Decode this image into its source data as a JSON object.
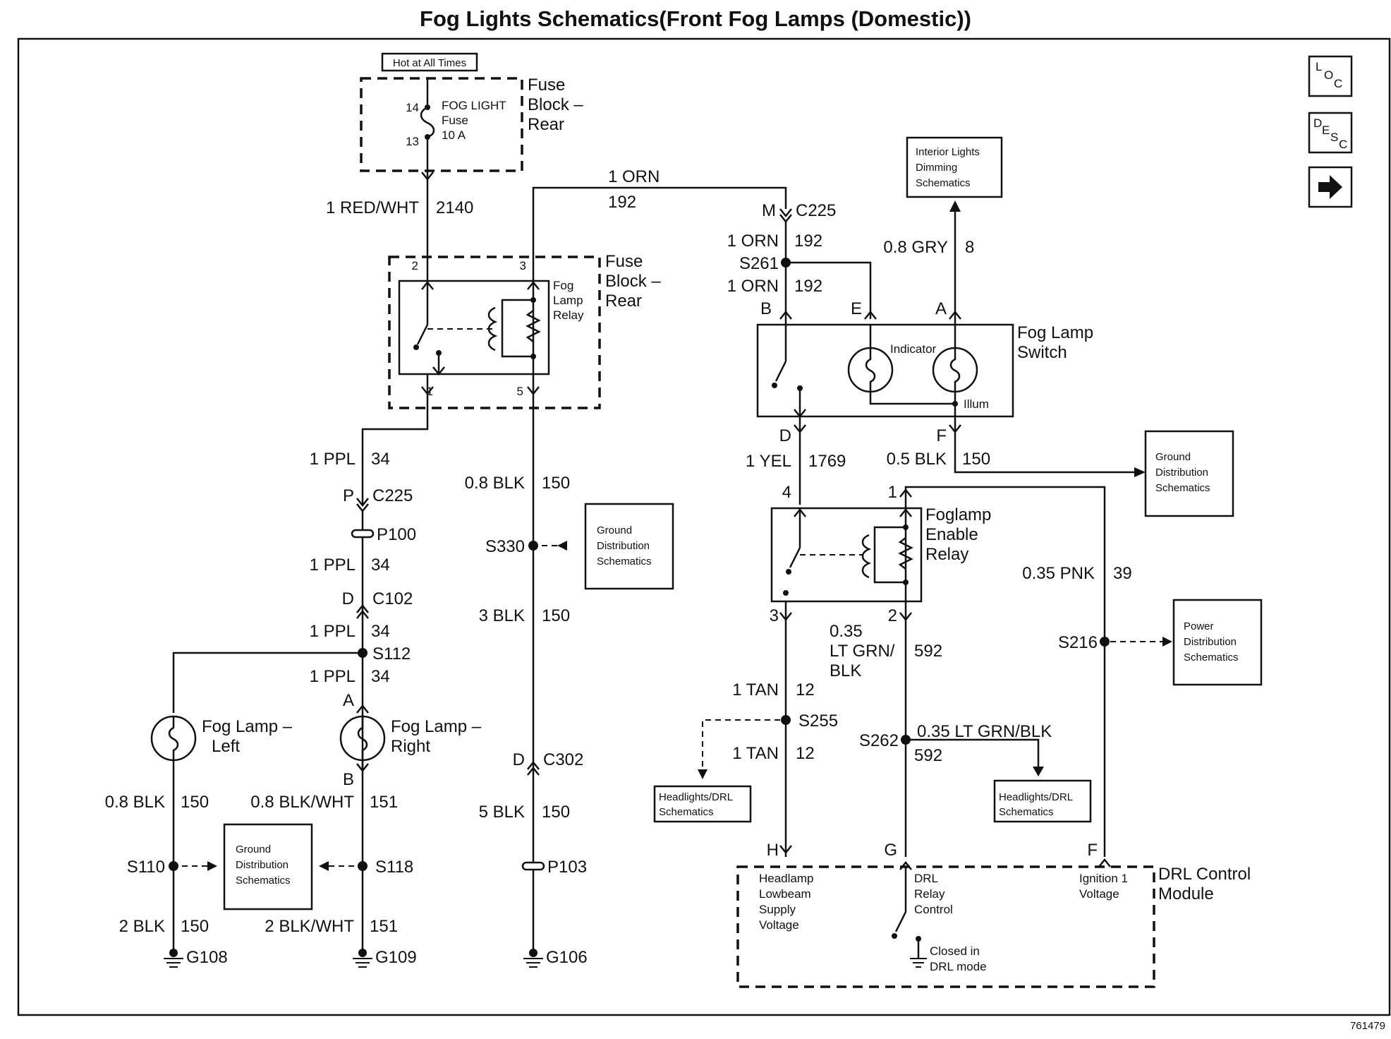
{
  "title": "Fog Lights Schematics(Front Fog Lamps (Domestic))",
  "figure_number": "761479",
  "nav_buttons": {
    "loc": "LOC",
    "desc": "DESC"
  },
  "fuse_block_top": {
    "tag": "Hot at All Times",
    "name_lines": [
      "Fuse",
      "Block –",
      "Rear"
    ],
    "fuse_lines": [
      "FOG LIGHT",
      "Fuse",
      "10 A"
    ],
    "pin_top": "14",
    "pin_bottom": "13"
  },
  "fog_relay_block": {
    "name_lines": [
      "Fuse",
      "Block –",
      "Rear"
    ],
    "relay_lines": [
      "Fog",
      "Lamp",
      "Relay"
    ],
    "pins": [
      "2",
      "3",
      "1",
      "5"
    ]
  },
  "fog_switch": {
    "name_lines": [
      "Fog Lamp",
      "Switch"
    ],
    "indicator": "Indicator",
    "illum": "Illum",
    "pins": [
      "B",
      "E",
      "A",
      "D",
      "F"
    ]
  },
  "enable_relay": {
    "name_lines": [
      "Foglamp",
      "Enable",
      "Relay"
    ],
    "pins": [
      "4",
      "1",
      "3",
      "2"
    ]
  },
  "drl_module": {
    "name_lines": [
      "DRL Control",
      "Module"
    ],
    "pins": [
      "H",
      "G",
      "F"
    ],
    "headlamp_lines": [
      "Headlamp",
      "Lowbeam",
      "Supply",
      "Voltage"
    ],
    "relay_lines": [
      "DRL",
      "Relay",
      "Control"
    ],
    "ignition_lines": [
      "Ignition 1",
      "Voltage"
    ],
    "closed_lines": [
      "Closed in",
      "DRL mode"
    ]
  },
  "ref_boxes": {
    "interior": [
      "Interior Lights",
      "Dimming",
      "Schematics"
    ],
    "ground_a": [
      "Ground",
      "Distribution",
      "Schematics"
    ],
    "ground_b": [
      "Ground",
      "Distribution",
      "Schematics"
    ],
    "ground_c": [
      "Ground",
      "Distribution",
      "Schematics"
    ],
    "power": [
      "Power",
      "Distribution",
      "Schematics"
    ],
    "headlights_a": [
      "Headlights/DRL",
      "Schematics"
    ],
    "headlights_b": [
      "Headlights/DRL",
      "Schematics"
    ]
  },
  "lamps": {
    "left": [
      "Fog Lamp –",
      "Left"
    ],
    "right": [
      "Fog Lamp –",
      "Right"
    ],
    "right_pin_a": "A",
    "right_pin_b": "B"
  },
  "wires": {
    "red_wht": "1 RED/WHT",
    "red_wht_circ": "2140",
    "orn_top": "1 ORN",
    "orn_top_circ": "192",
    "orn_a": "1 ORN",
    "orn_a_circ": "192",
    "orn_b": "1 ORN",
    "orn_b_circ": "192",
    "gry": "0.8 GRY",
    "gry_circ": "8",
    "ppl_a": "1 PPL",
    "ppl_a_circ": "34",
    "ppl_b": "1 PPL",
    "ppl_b_circ": "34",
    "ppl_c": "1 PPL",
    "ppl_c_circ": "34",
    "ppl_d": "1 PPL",
    "ppl_d_circ": "34",
    "blk_08": "0.8 BLK",
    "blk_08_circ": "150",
    "blk_3": "3 BLK",
    "blk_3_circ": "150",
    "blk_5": "5 BLK",
    "blk_5_circ": "150",
    "yel": "1 YEL",
    "yel_circ": "1769",
    "blk_05": "0.5 BLK",
    "blk_05_circ": "150",
    "pnk": "0.35 PNK",
    "pnk_circ": "39",
    "ltgrn_lines": [
      "0.35",
      "LT GRN/",
      "BLK"
    ],
    "ltgrn_circ": "592",
    "ltgrn2": "0.35 LT GRN/BLK",
    "ltgrn2_circ": "592",
    "tan_a": "1 TAN",
    "tan_a_circ": "12",
    "tan_b": "1 TAN",
    "tan_b_circ": "12",
    "lblk_08": "0.8 BLK",
    "lblk_08_circ": "150",
    "lblk_2": "2 BLK",
    "lblk_2_circ": "150",
    "rblk_08": "0.8 BLK/WHT",
    "rblk_08_circ": "151",
    "rblk_2": "2 BLK/WHT",
    "rblk_2_circ": "151"
  },
  "connectors": {
    "c225_m_pin": "M",
    "c225_m": "C225",
    "c225_p_pin": "P",
    "c225_p": "C225",
    "p100": "P100",
    "c102_pin": "D",
    "c102": "C102",
    "c302_pin": "D",
    "c302": "C302",
    "p103": "P103"
  },
  "splices": {
    "s261": "S261",
    "s330": "S330",
    "s112": "S112",
    "s110": "S110",
    "s118": "S118",
    "s255": "S255",
    "s262": "S262",
    "s216": "S216"
  },
  "grounds": {
    "g108": "G108",
    "g109": "G109",
    "g106": "G106"
  }
}
